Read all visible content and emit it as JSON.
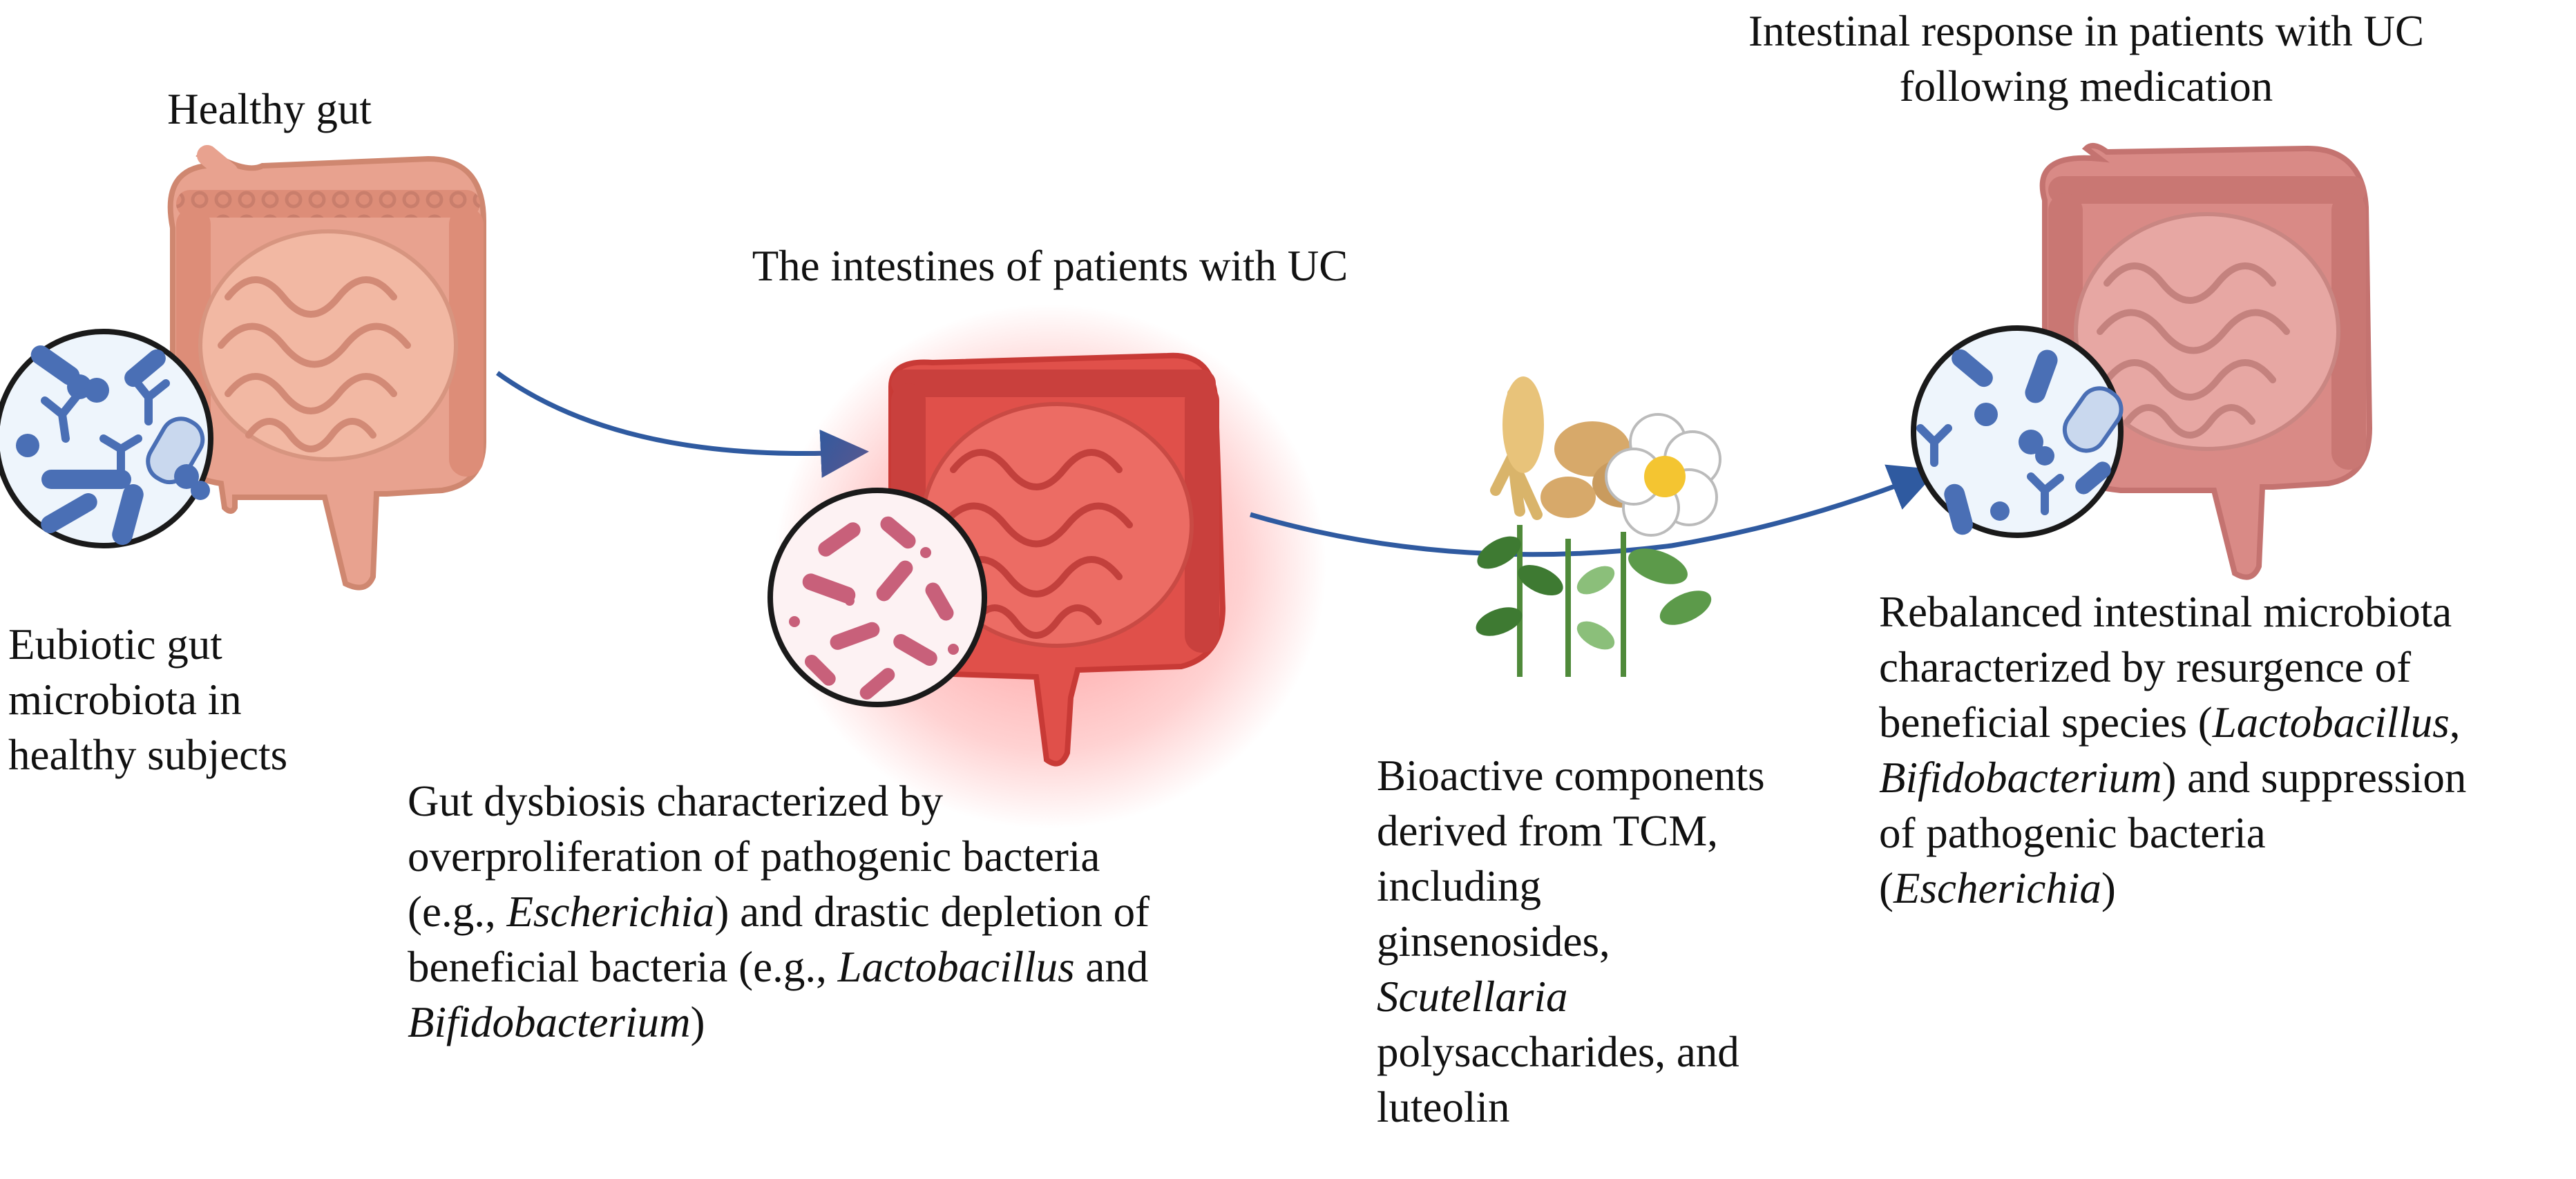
{
  "titles": {
    "healthy": "Healthy gut",
    "uc": "The intestines of patients with UC",
    "response_line1": "Intestinal response in patients with UC",
    "response_line2": "following medication"
  },
  "captions": {
    "healthy": [
      "Eubiotic gut",
      "microbiota in",
      "healthy subjects"
    ],
    "dysbiosis": {
      "l1": "Gut dysbiosis characterized by",
      "l2": "overproliferation of pathogenic bacteria",
      "l3a": "(e.g., ",
      "l3b": "Escherichia",
      "l3c": ") and drastic depletion of",
      "l4a": "beneficial bacteria (e.g., ",
      "l4b": "Lactobacillus",
      "l4c": " and",
      "l5a": "Bifidobacterium",
      "l5b": ")"
    },
    "tcm": {
      "l1": "Bioactive components",
      "l2": "derived from TCM,",
      "l3": "including",
      "l4": "ginsenosides,",
      "l5": "Scutellaria",
      "l6": "polysaccharides, and",
      "l7": "luteolin"
    },
    "rebalanced": {
      "l1": "Rebalanced intestinal microbiota",
      "l2": "characterized by resurgence of",
      "l3a": "beneficial species (",
      "l3b": "Lactobacillus",
      "l3c": ",",
      "l4a": "Bifidobacterium",
      "l4b": ") and suppression",
      "l5": "of pathogenic bacteria",
      "l6a": "(",
      "l6b": "Escherichia",
      "l6c": ")"
    }
  },
  "colors": {
    "healthy_gut": "#e8a28f",
    "inflamed_gut": "#e0504a",
    "treated_gut": "#d98a86",
    "arrow": "#2f5aa0",
    "beneficial_bacteria": "#4a6fb5",
    "pathogenic_bacteria": "#c8607a"
  },
  "icons": [
    "healthy-colon-icon",
    "inflamed-colon-icon",
    "treated-colon-icon",
    "beneficial-microbiota-icon",
    "pathogenic-microbiota-icon",
    "tcm-herbs-icon"
  ]
}
